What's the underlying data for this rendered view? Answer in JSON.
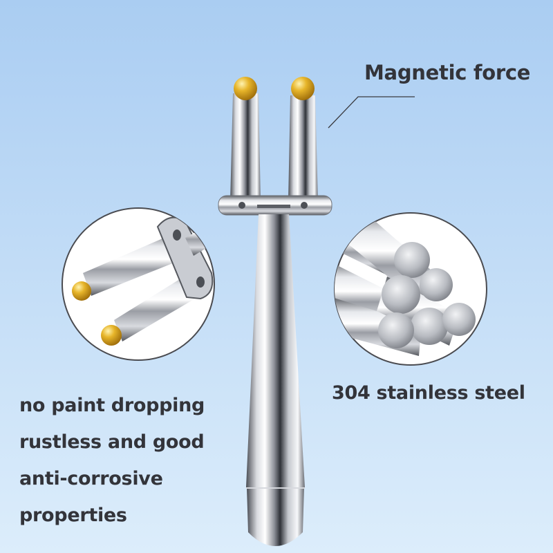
{
  "labels": {
    "magnetic": "Magnetic force",
    "steel": "304 stainless steel"
  },
  "features": [
    "no paint dropping",
    "rustless and good",
    "anti-corrosive",
    "properties"
  ],
  "colors": {
    "background_top": "#b7d6f6",
    "background_bottom": "#d9ebfb",
    "text": "#33343a",
    "gold_tip": "#e0a81c",
    "steel_light": "#f4f5f7",
    "steel_dark": "#3c3f45"
  },
  "icons": {
    "product": "magnetic-stainless-tool",
    "callout_left": "magnet-tips-detail",
    "callout_right": "steel-rods-detail"
  }
}
